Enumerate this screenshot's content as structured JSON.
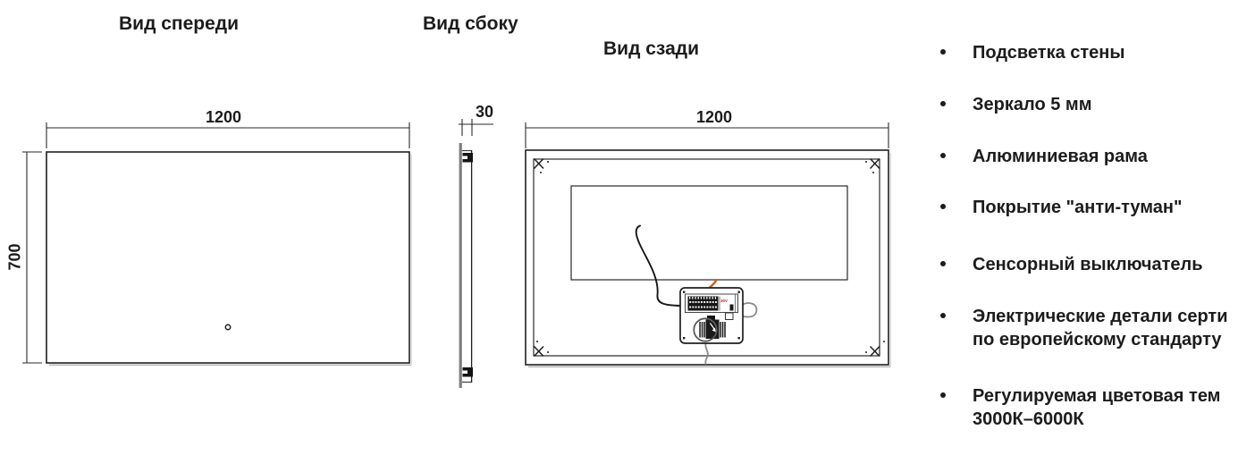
{
  "views": {
    "front": {
      "title": "Вид спереди",
      "width_dim": "1200",
      "height_dim": "700"
    },
    "side": {
      "title": "Вид сбоку",
      "depth_dim": "30"
    },
    "back": {
      "title": "Вид сзади",
      "width_dim": "1200",
      "driver_label": "30V"
    }
  },
  "features": {
    "items": [
      {
        "line1": "Подсветка стены"
      },
      {
        "line1": "Зеркало 5 мм"
      },
      {
        "line1": "Алюминиевая рама"
      },
      {
        "line1": "Покрытие \"анти-туман\""
      },
      {
        "line1": "Сенсорный выключатель"
      },
      {
        "line1": "Электрические детали серти",
        "line2": "по европейскому стандарту"
      },
      {
        "line1": "Регулируемая цветовая тем",
        "line2": "3000К–6000К"
      }
    ]
  },
  "colors": {
    "line": "#1f1f1f",
    "glass_gray": "#7d7d7d",
    "wire_orange": "#c4631c",
    "wire_gray": "#8a8a8a",
    "label_red": "#c32222",
    "shadow_gray": "#b9b9b9"
  }
}
